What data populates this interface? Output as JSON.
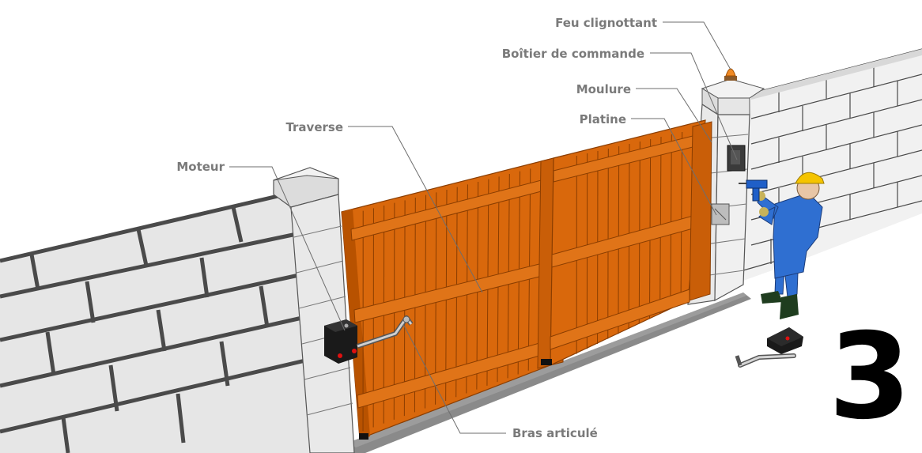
{
  "diagram": {
    "step_number": "3",
    "labels": {
      "feu": "Feu clignottant",
      "boitier": "Boîtier de commande",
      "moulure": "Moulure",
      "platine": "Platine",
      "traverse": "Traverse",
      "moteur": "Moteur",
      "bras": "Bras articulé"
    },
    "colors": {
      "gate": "#d9680c",
      "gate_dark": "#b85200",
      "wall": "#e6e6e6",
      "mortar": "#4a4a4a",
      "ground": "#8a8a8a",
      "worker_suit": "#2f6fd1",
      "helmet": "#f5c400",
      "motor": "#1a1a1a",
      "light": "#f08a24",
      "text": "#7a7a7a"
    }
  }
}
